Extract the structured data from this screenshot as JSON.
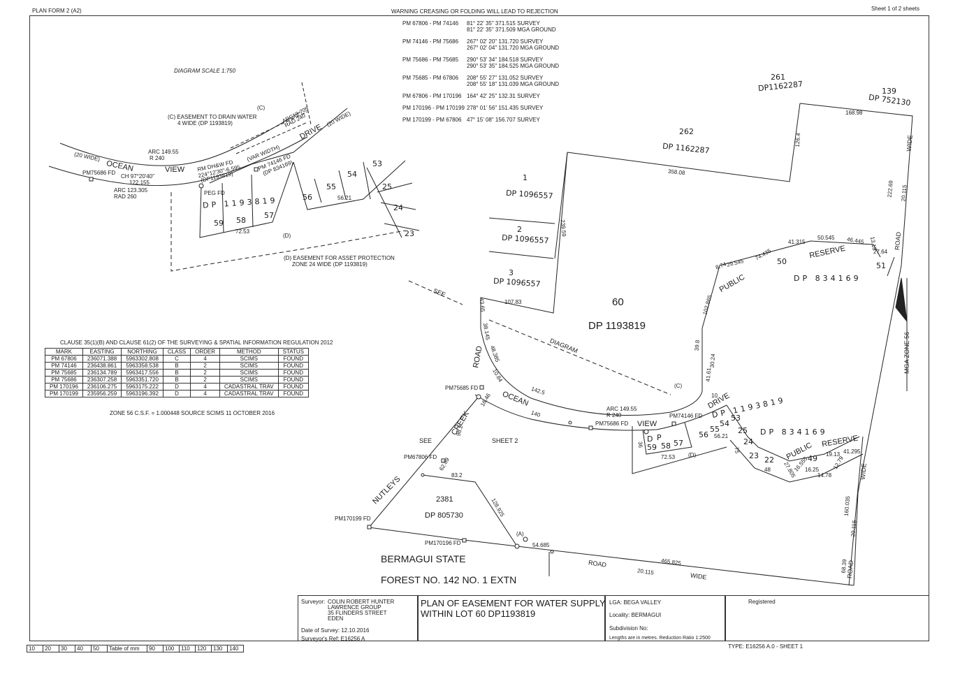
{
  "header": {
    "form": "PLAN FORM 2 (A2)",
    "warning": "WARNING CREASING OR FOLDING WILL LEAD TO REJECTION",
    "sheet": "Sheet 1 of 2 sheets"
  },
  "bearings": [
    {
      "label": "PM 67806 - PM 74146",
      "lines": [
        "81° 22' 35\"  371.515  SURVEY",
        "81° 22' 35\"  371.509  MGA GROUND"
      ]
    },
    {
      "label": "PM 74146 - PM 75686",
      "lines": [
        "267° 02' 20\"  131.720  SURVEY",
        "267° 02' 04\"  131.720  MGA GROUND"
      ]
    },
    {
      "label": "PM 75686 - PM 75685",
      "lines": [
        "290° 53' 34\"  184.518  SURVEY",
        "290° 53' 35\"  184.525  MGA GROUND"
      ]
    },
    {
      "label": "PM 75685 - PM 67806",
      "lines": [
        "208° 55' 27\"  131.052  SURVEY",
        "208° 55' 18\"  131.039  MGA GROUND"
      ]
    },
    {
      "label": "PM 67806 - PM 170196",
      "lines": [
        "164° 42' 25\"  132.31  SURVEY"
      ]
    },
    {
      "label": "PM 170196 - PM 170199",
      "lines": [
        "278° 01' 56\"  151.435  SURVEY"
      ]
    },
    {
      "label": "PM 170199 - PM 67806",
      "lines": [
        "47° 15' 08\"  156.707  SURVEY"
      ]
    }
  ],
  "diagram": {
    "scale": "DIAGRAM SCALE 1:750",
    "easement_c": "(C)  EASEMENT TO DRAIN WATER",
    "easement_c2": "4 WIDE (DP 1193819)",
    "easement_d": "(D) EASEMENT FOR ASSET PROTECTION",
    "easement_d2": "ZONE 24 WIDE (DP 1193819)",
    "ocean": "OCEAN",
    "view": "VIEW",
    "drive": "DRIVE",
    "wide20a": "(20 WIDE)",
    "wide20b": "(20 WIDE)",
    "arc1": "ARC 149.55",
    "r1": "R 240",
    "pm75686": "PM75686 FD",
    "ch": "CH 97°20'40\"",
    "ch2": "122.155",
    "arc2": "ARC 123.305",
    "rad2": "RAD 260",
    "rm": "RM DH&W FD",
    "rm2": "224°12'30\"-6.595",
    "rm3": "(DP1193819)",
    "pm74146": "PM 74146 FD",
    "pm74146b": "(DP 834169)",
    "var": "(VAR  WIDTH)",
    "arc3": "ARC19.705",
    "rad3": "RAD 240",
    "peg": "PEG FD",
    "dp": "DP 1193819",
    "lots": [
      "59",
      "58",
      "57",
      "56",
      "55",
      "54",
      "53",
      "25",
      "24",
      "23"
    ],
    "d": "(D)",
    "c": "(C)",
    "dim72": "72.53",
    "dim5621": "56.21"
  },
  "main": {
    "lot262": "262",
    "dp262": "DP 1162287",
    "lot261": "261",
    "dp261": "DP1162287",
    "lot139": "139",
    "dp139": "DP 752130",
    "lot1": "1",
    "lot2": "2",
    "lot3": "3",
    "dp1096557": "DP 1096557",
    "lot60": "60",
    "dp60": "DP 1193819",
    "lot50": "50",
    "dp834169": "DP 834169",
    "lot51": "51",
    "public": "PUBLIC",
    "reserve": "RESERVE",
    "diagram": "DIAGRAM",
    "see": "SEE",
    "road": "ROAD",
    "ocean": "OCEAN",
    "view": "VIEW",
    "drive": "DRIVE",
    "creek": "CREEK",
    "nutleys": "NUTLEYS",
    "sheet2": "SHEET 2",
    "see2": "SEE",
    "lot2381": "2381",
    "dp805730": "DP 805730",
    "forest1": "BERMAGUI STATE",
    "forest2": "FOREST NO. 142 NO. 1 EXTN",
    "pm75685": "PM75685 FD",
    "pm67806": "PM67806 FD",
    "pm170199": "PM170199 FD",
    "pm170196": "PM170196 FD",
    "pm75686": "PM75686 FD",
    "pm74146": "PM74146 FD",
    "arc": "ARC 149.55",
    "r": "R 240",
    "wide": "WIDE",
    "mga": "MGA ZONE 56",
    "a": "(A)",
    "c": "(C)",
    "d": "(D)",
    "dims": {
      "d16898": "168.98",
      "d1264": "126.4",
      "d35808": "358.08",
      "d22269": "222.69",
      "d20115": "20.115",
      "d23959": "239.59",
      "d10783": "107.83",
      "d4365": "43.65",
      "d38145": "38.145",
      "d48385": "48.385",
      "d1084": "10.84",
      "d1425": "142.5",
      "d140": "140",
      "d1646": "16.46",
      "d962": "96.2",
      "d6289": "62.89",
      "d832": "83.2",
      "d128925": "128.925",
      "d54685": "54.685",
      "d465825": "465.825",
      "d20115b": "20.115",
      "d160035": "160.035",
      "d20115c": "20.115",
      "d6839": "68.39",
      "d102865": "102.865",
      "d398": "39.8",
      "d3024": "30.24",
      "d4161": "41.61",
      "d10": "10",
      "d874": "8.74",
      "d29545": "29.545",
      "d74435": "74.435",
      "d41315": "41.315",
      "d50545": "50.545",
      "d46445": "46.445",
      "d1318": "13.18",
      "d2764": "27.64",
      "d41295": "41.295",
      "d7253": "72.53",
      "d5621": "56.21",
      "d48": "48",
      "d27805": "27.805",
      "d16555": "16.555",
      "d1625": "16.25",
      "d1478": "14.78",
      "d1913": "19.13",
      "d1279": "12.79",
      "d36": "36",
      "d75": "75"
    }
  },
  "clause": {
    "title": "CLAUSE 35(1)(B) AND CLAUSE 61(2) OF THE SURVEYING & SPATIAL INFORMATION REGULATION 2012",
    "headers": [
      "MARK",
      "EASTING",
      "NORTHING",
      "CLASS",
      "ORDER",
      "METHOD",
      "STATUS"
    ],
    "rows": [
      [
        "PM 67806",
        "236071.388",
        "5963302.808",
        "C",
        "4",
        "SCIMS",
        "FOUND"
      ],
      [
        "PM 74146",
        "236438.861",
        "5963358.538",
        "B",
        "2",
        "SCIMS",
        "FOUND"
      ],
      [
        "PM 75685",
        "236134.789",
        "5963417.556",
        "B",
        "2",
        "SCIMS",
        "FOUND"
      ],
      [
        "PM 75686",
        "236307.258",
        "5963351.720",
        "B",
        "2",
        "SCIMS",
        "FOUND"
      ],
      [
        "PM 170196",
        "236106.275",
        "5963175.222",
        "D",
        "4",
        "CADASTRAL TRAV",
        "FOUND"
      ],
      [
        "PM 170199",
        "235956.259",
        "5963196.392",
        "D",
        "4",
        "CADASTRAL TRAV",
        "FOUND"
      ]
    ],
    "zone": "ZONE 56 C.S.F. = 1.000448 SOURCE SCIMS 11 OCTOBER 2016"
  },
  "title_block": {
    "surveyor_label": "Surveyor:",
    "surveyor": "COLIN ROBERT HUNTER",
    "company": "LAWRENCE GROUP",
    "address": "35 FLINDERS STREET",
    "town": "EDEN",
    "date": "Date of Survey: 12.10.2016",
    "ref": "Surveyor's Ref: E16256 A",
    "plan_title1": "PLAN OF EASEMENT FOR WATER SUPPLY",
    "plan_title2": "WITHIN LOT 60 DP1193819",
    "lga": "LGA: BEGA VALLEY",
    "locality": "Locality: BERMAGUI",
    "subdivision": "Subdivision No:",
    "lengths": "Lengths are in metres.  Reduction Ratio 1:2500",
    "registered": "Registered",
    "type": "TYPE: E16256 A.0 - SHEET 1"
  },
  "scale_bar": [
    "10",
    "20",
    "30",
    "40",
    "50",
    "Table of mm",
    "90",
    "100",
    "110",
    "120",
    "130",
    "140"
  ]
}
